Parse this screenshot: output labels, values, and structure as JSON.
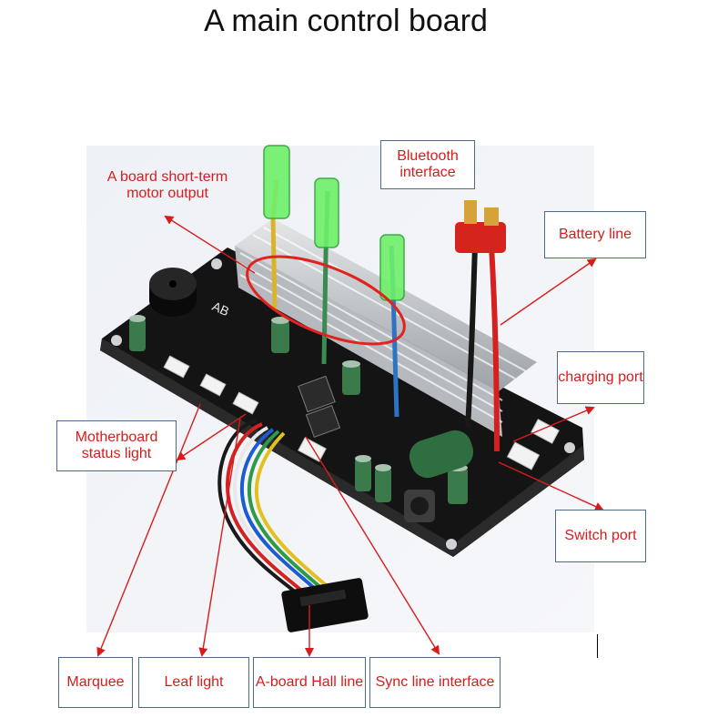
{
  "title": "A main control board",
  "labels": {
    "motor_output": "A board short-term motor output",
    "bluetooth": "Bluetooth interface",
    "battery": "Battery line",
    "charging": "charging port",
    "status_light": "Motherboard status light",
    "switch_port": "Switch port",
    "marquee": "Marquee",
    "leaf_light": "Leaf light",
    "hall_line": "A-board Hall line",
    "sync_line": "Sync line interface"
  },
  "board_print": "AB",
  "colors": {
    "label_text": "#d81c1c",
    "arrow": "#d81c1c",
    "label_border": "#4e6a8a"
  }
}
